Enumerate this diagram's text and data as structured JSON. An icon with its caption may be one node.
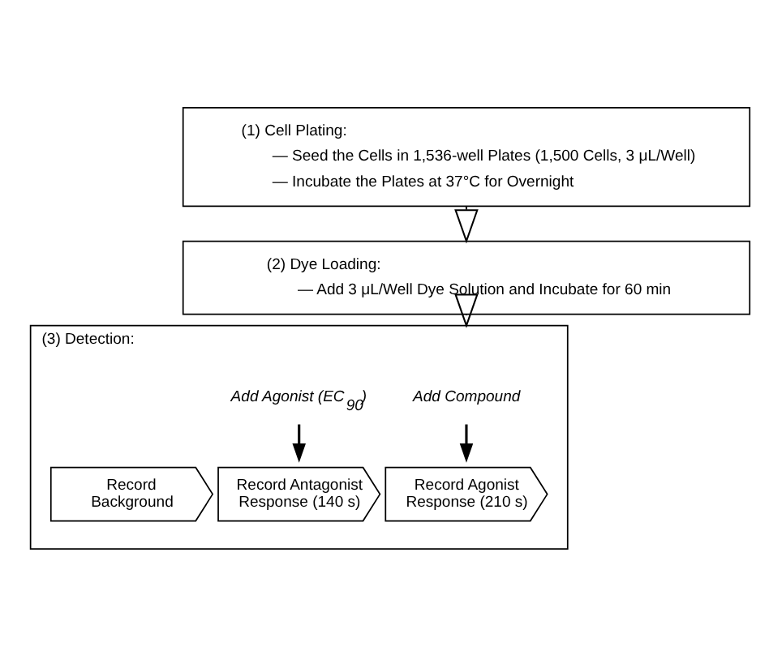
{
  "diagram": {
    "nodes": [
      {
        "text": [
          "(1) Cell Plating:",
          "— Seed the Cells in 1,536-well Plates (1,500 Cells, 3 μL/Well)",
          "— Incubate the Plates at 37°C for Overnight"
        ]
      },
      {
        "text": [
          "(2) Dye Loading:",
          "— Add 3 μL/Well Dye Solution and Incubate for 60 min"
        ]
      },
      {
        "text": [
          "(3) Detection:"
        ]
      },
      {
        "text": [
          "Add Compound"
        ],
        "in": 2
      },
      {
        "text": [
          "Add Agonist (EC$_{90}$)"
        ],
        "in": 2
      },
      {
        "text": [
          "Record Background"
        ],
        "in": 2
      },
      {
        "text": [
          "Record Agonist Response (210 s)"
        ],
        "in": 2
      },
      {
        "text": [
          "Record Antagonist Response (140 s)"
        ],
        "in": 2
      }
    ],
    "edges": [
      {
        "from": 0,
        "to": 1,
        "arrow": "to"
      },
      {
        "from": 1,
        "to": 2,
        "arrow": "to"
      },
      {
        "from": 3,
        "to": 6,
        "arrow": "to"
      },
      {
        "from": 4,
        "to": 7,
        "arrow": "to"
      }
    ]
  }
}
